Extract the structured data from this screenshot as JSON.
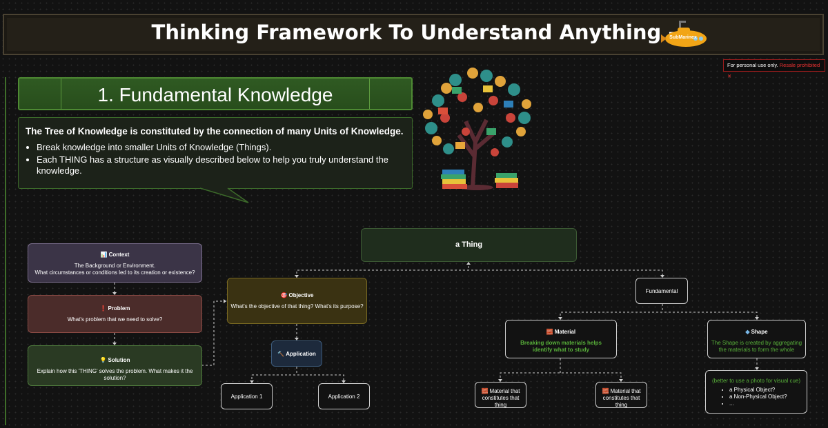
{
  "title": "Thinking Framework To Understand Anything -",
  "logo_text": "SubMarinex",
  "license": {
    "prefix": "For personal use only.",
    "warning": "Resale prohibited"
  },
  "section": {
    "heading": "1. Fundamental Knowledge",
    "description_heading": "The Tree of Knowledge is constituted by the connection of many Units of Knowledge.",
    "bullets": [
      "Break knowledge into smaller Units of Knowledge (Things).",
      "Each THING has a structure as visually described below to help you truly understand the knowledge."
    ]
  },
  "nodes": {
    "thing": {
      "title": "a Thing"
    },
    "context": {
      "icon": "chart-icon",
      "title": "Context",
      "lines": [
        "The Background or Environment.",
        "What circumstances or conditions led to its creation or existence?"
      ]
    },
    "problem": {
      "icon": "warning-icon",
      "title": "Problem",
      "desc": "What's problem that we need to solve?"
    },
    "solution": {
      "icon": "lightbulb-icon",
      "title": "Solution",
      "desc": "Explain how this 'THING' solves the problem. What makes it the solution?"
    },
    "objective": {
      "icon": "target-icon",
      "title": "Objective",
      "desc": "What's the objective of that thing? What's its purpose?"
    },
    "application": {
      "icon": "hammer-icon",
      "title": "Application"
    },
    "application1": {
      "title": "Application 1"
    },
    "application2": {
      "title": "Application 2"
    },
    "fundamental": {
      "title": "Fundamental"
    },
    "material": {
      "icon": "bricks-icon",
      "title": "Material",
      "desc": "Breaking down materials helps identify what to study"
    },
    "shape": {
      "icon": "diamond-icon",
      "title": "Shape",
      "desc": "The Shape is created by aggregating the materials to form the whole"
    },
    "material_child_1": {
      "icon": "bricks-icon",
      "title": "Material that constitutes that thing"
    },
    "material_child_2": {
      "icon": "bricks-icon",
      "title": "Material that constitutes that thing"
    },
    "shape_detail": {
      "note": "(better to use a photo for visual cue)",
      "items": [
        "a Physical Object?",
        "a Non-Physical Object?",
        "..."
      ]
    }
  },
  "colors": {
    "accent_green": "#58b03a",
    "context_bg": "#3b3447",
    "problem_bg": "#4b2c2a",
    "solution_bg": "#2a3a23",
    "objective_bg": "#3a3212",
    "application_bg": "#1d2a3c"
  }
}
